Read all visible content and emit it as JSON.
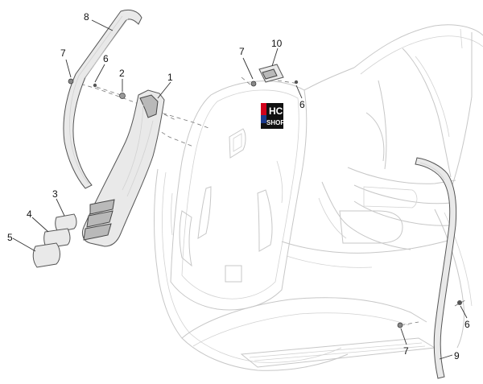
{
  "callouts": [
    {
      "id": "c8",
      "label": "8"
    },
    {
      "id": "c7a",
      "label": "7"
    },
    {
      "id": "c6a",
      "label": "6"
    },
    {
      "id": "c2",
      "label": "2"
    },
    {
      "id": "c1",
      "label": "1"
    },
    {
      "id": "c10",
      "label": "10"
    },
    {
      "id": "c7b",
      "label": "7"
    },
    {
      "id": "c6b",
      "label": "6"
    },
    {
      "id": "c3",
      "label": "3"
    },
    {
      "id": "c4",
      "label": "4"
    },
    {
      "id": "c5",
      "label": "5"
    },
    {
      "id": "c6c",
      "label": "6"
    },
    {
      "id": "c7c",
      "label": "7"
    },
    {
      "id": "c9",
      "label": "9"
    }
  ],
  "logo": {
    "line1": "HC",
    "line2": "SHOP",
    "accent": "#d0021b",
    "base": "#1a3a8c"
  }
}
